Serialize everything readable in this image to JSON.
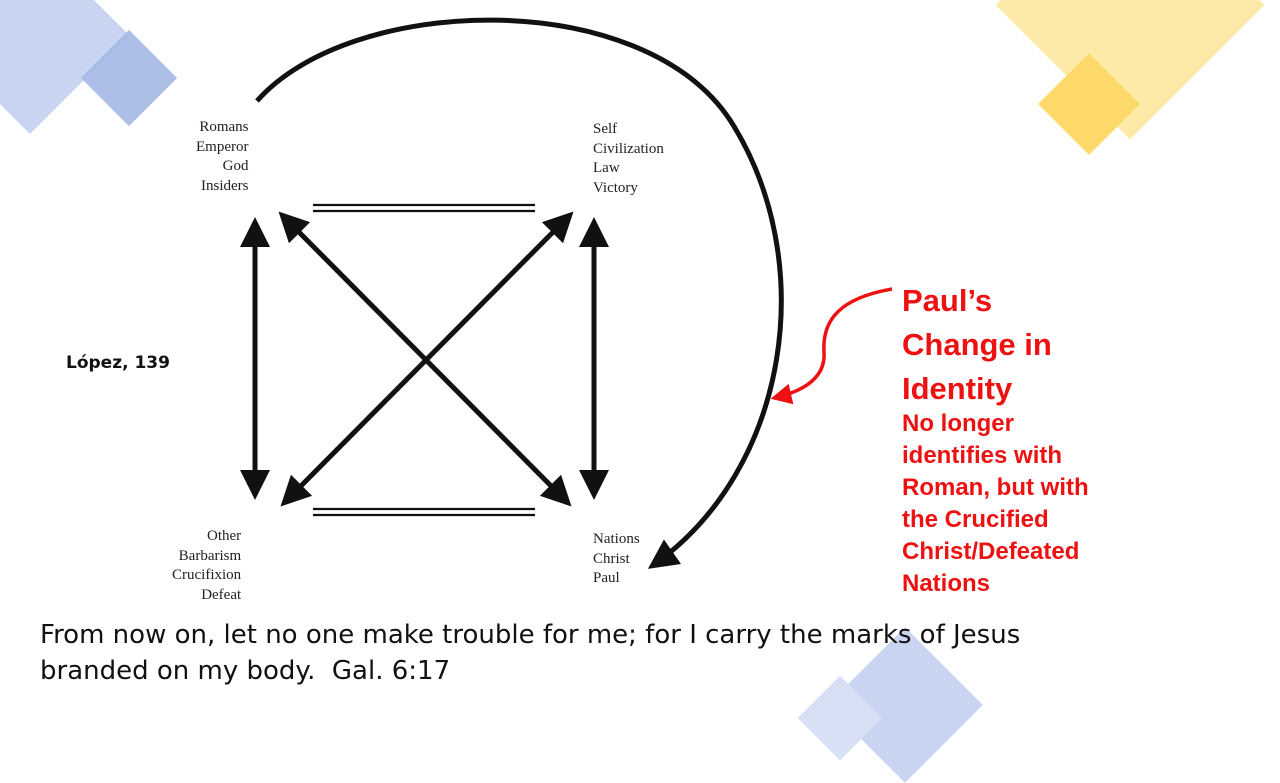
{
  "diagram": {
    "corners": {
      "top_left": [
        "Romans",
        "Emperor",
        "God",
        "Insiders"
      ],
      "top_right": [
        "Self",
        "Civilization",
        "Law",
        "Victory"
      ],
      "bottom_left": [
        "Other",
        "Barbarism",
        "Crucifixion",
        "Defeat"
      ],
      "bottom_right": [
        "Nations",
        "Christ",
        "Paul"
      ]
    }
  },
  "citation": "López, 139",
  "callout": {
    "title_lines": [
      "Paul’s",
      "Change in",
      "Identity"
    ],
    "body_lines": [
      "No longer",
      "identifies with",
      "Roman, but with",
      "the Crucified",
      "Christ/Defeated",
      "Nations"
    ],
    "color": "#ee1111"
  },
  "quote": {
    "line1": "From now on, let no one make trouble for me; for I carry the marks of Jesus",
    "line2": "branded on my body.  Gal. 6:17"
  },
  "colors": {
    "blue_accent": "#8ea6dc",
    "yellow_accent": "#fbd45a"
  }
}
